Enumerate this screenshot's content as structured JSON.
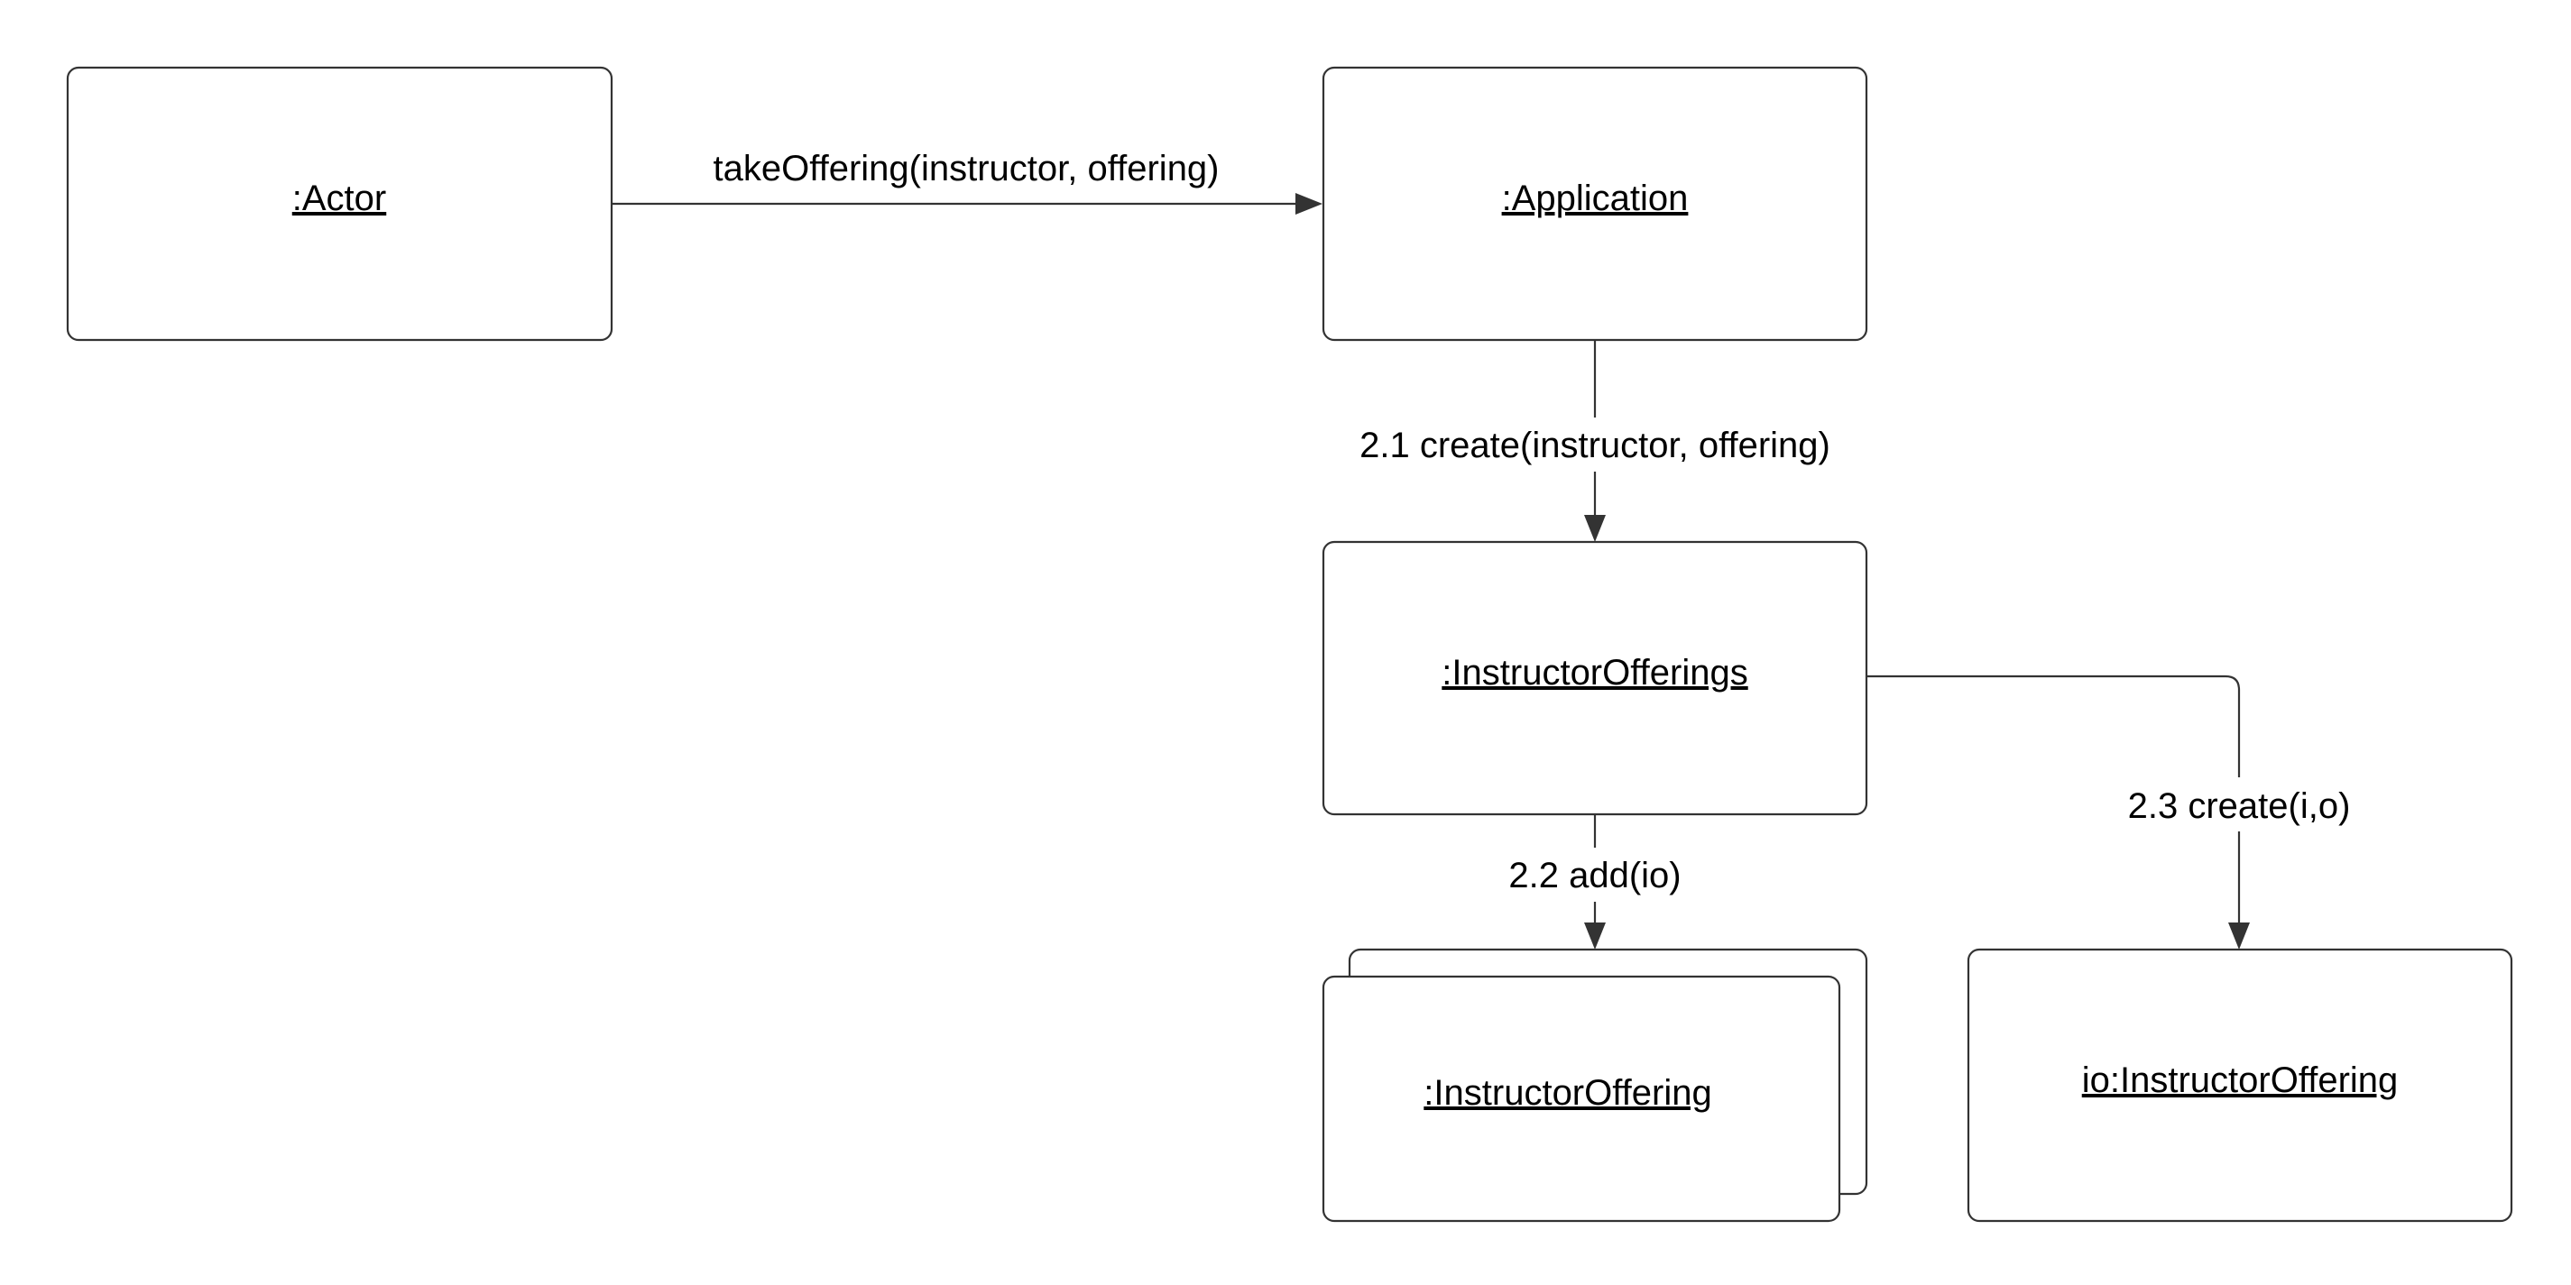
{
  "diagram": {
    "objects": {
      "actor": {
        "label": ":Actor"
      },
      "application": {
        "label": ":Application"
      },
      "instructor_offerings": {
        "label": ":InstructorOfferings"
      },
      "instructor_offering_multi": {
        "label": ":InstructorOffering"
      },
      "io_instructor_offering": {
        "label": "io:InstructorOffering"
      }
    },
    "messages": {
      "take_offering": {
        "label": "takeOffering(instructor, offering)"
      },
      "create_io_list": {
        "label": "2.1 create(instructor, offering)"
      },
      "add_io": {
        "label": "2.2 add(io)"
      },
      "create_io": {
        "label": "2.3 create(i,o)"
      }
    },
    "colors": {
      "stroke": "#333333",
      "fill": "#ffffff",
      "text": "#000000"
    }
  }
}
